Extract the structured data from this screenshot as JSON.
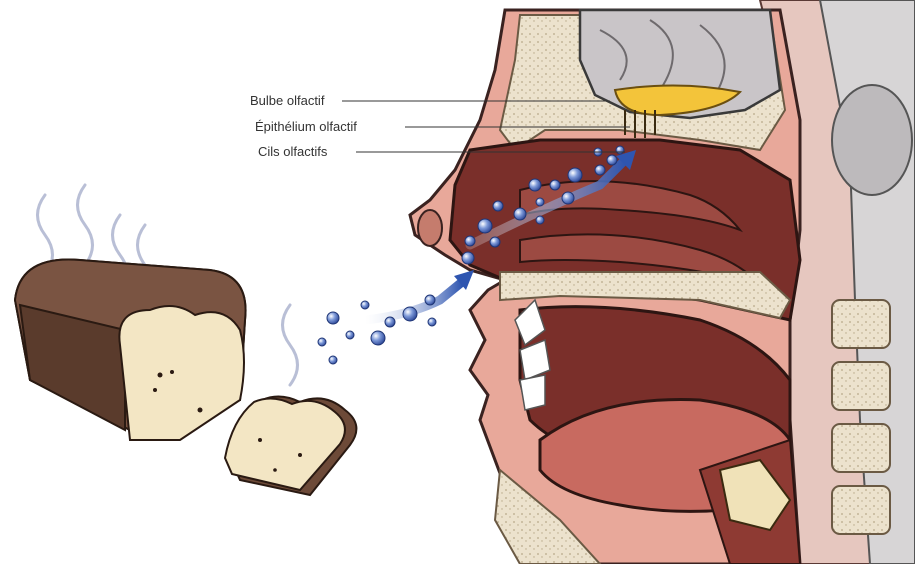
{
  "labels": {
    "olfactory_bulb": "Bulbe olfactif",
    "olfactory_epithelium": "Épithélium olfactif",
    "olfactory_cilia": "Cils olfactifs"
  },
  "colors": {
    "skin": "#e8a89a",
    "tissue_dark": "#7a2f2a",
    "bone": "#e8dcc6",
    "brain": "#c9c5c8",
    "bulb": "#f3c43a",
    "odor_molecule": "#3f63b8",
    "bread_crust": "#6d4a38",
    "bread_crumb": "#f3e6c4",
    "steam": "#b9bfd6"
  },
  "icons": [
    "odor-molecule-icon",
    "steam-wisp-icon",
    "airflow-arrow-icon"
  ]
}
